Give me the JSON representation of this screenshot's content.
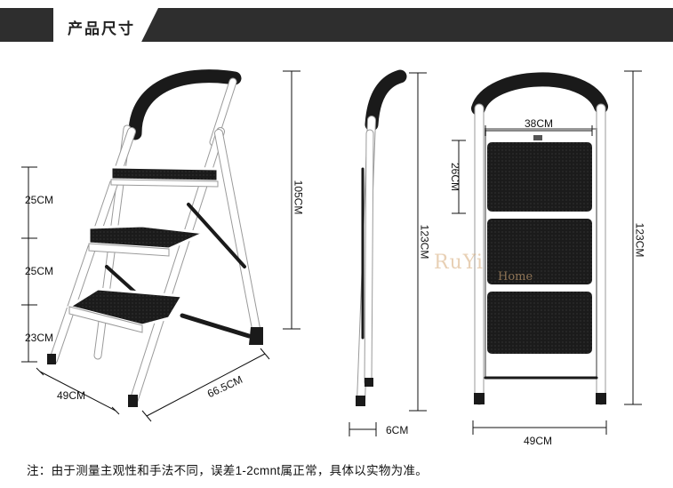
{
  "header": {
    "title": "产品尺寸"
  },
  "dimensions": {
    "step_gap_top": "25CM",
    "step_gap_middle": "25CM",
    "step_gap_bottom": "23CM",
    "depth": "49CM",
    "leg_length": "66.5CM",
    "step_height_total": "105CM",
    "side_height": "123CM",
    "side_depth": "6CM",
    "step_width": "38CM",
    "step_spacing": "26CM",
    "front_height": "123CM",
    "front_width": "49CM"
  },
  "watermark": {
    "text": "RuYi",
    "sub": "Home"
  },
  "footnote": "注：由于测量主观性和手法不同，误差1-2cmnt属正常，具体以实物为准。",
  "colors": {
    "header": "#2e2e2e",
    "frame": "#ffffff",
    "frame_edge": "#9a9a9a",
    "tread": "#1a1a1a",
    "dim_line": "#111111"
  }
}
